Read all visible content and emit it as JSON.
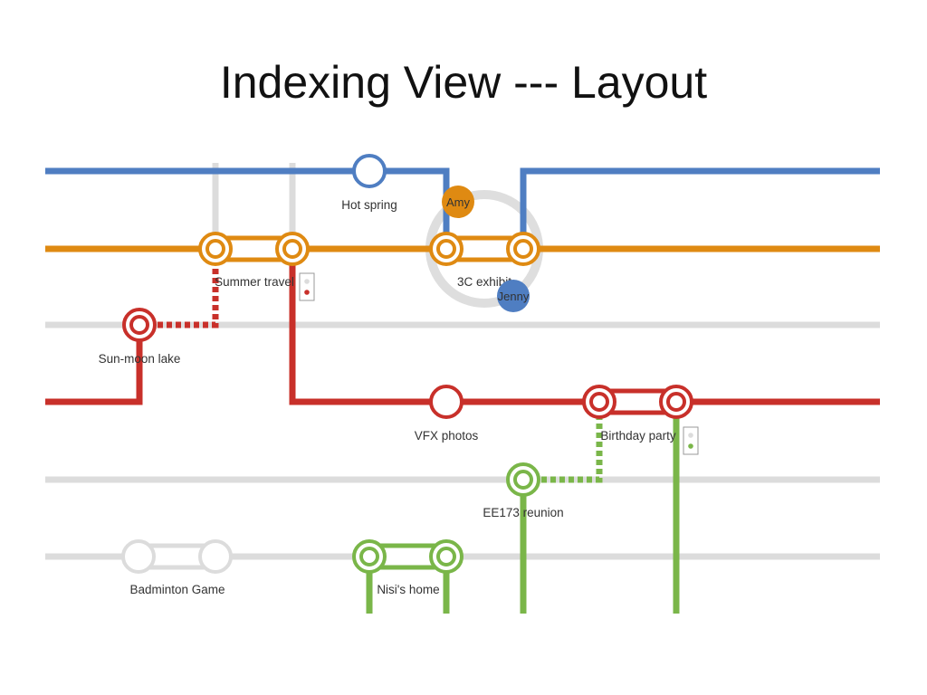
{
  "slide": {
    "title": "Indexing View --- Layout"
  },
  "colors": {
    "blue": "#4f7ec2",
    "orange": "#df8a12",
    "red": "#c8302a",
    "green": "#7ab649",
    "gray": "#dcdcdc"
  },
  "stations": {
    "hot_spring": "Hot spring",
    "summer_travel": "Summer travel",
    "exhibit_3c": "3C exhibit",
    "sun_moon_lake": "Sun-moon lake",
    "vfx_photos": "VFX photos",
    "birthday_party": "Birthday party",
    "ee173_reunion": "EE173 reunion",
    "badminton_game": "Badminton Game",
    "nisis_home": "Nisi's home"
  },
  "people": {
    "amy": {
      "name": "Amy",
      "color": "#df8a12"
    },
    "jenny": {
      "name": "Jenny",
      "color": "#4f7ec2"
    }
  }
}
